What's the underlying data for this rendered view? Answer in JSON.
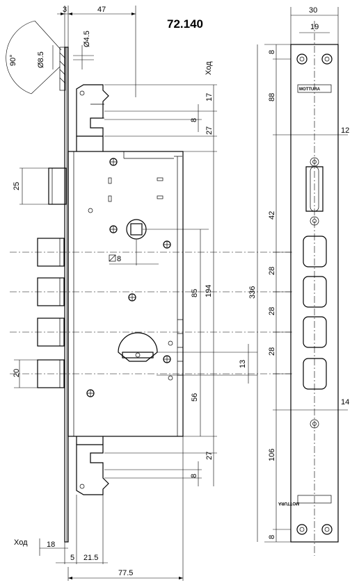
{
  "model": "72.140",
  "brand": "MOTTURA",
  "labels": {
    "stroke_top": "Ход",
    "stroke_bottom": "Ход",
    "angle": "90°",
    "hole_large": "Ø8.5",
    "hole_small": "Ø4.5",
    "square": "8"
  },
  "dims": {
    "d3": "3",
    "d47": "47",
    "d30": "30",
    "d19": "19",
    "d8_top": "8",
    "d88": "88",
    "d12": "12",
    "d42": "42",
    "d28_1": "28",
    "d28_2": "28",
    "d28_3": "28",
    "d336": "336",
    "d14": "14",
    "d106": "106",
    "d8_bot": "8",
    "d17": "17",
    "d8_a": "8",
    "d27_a": "27",
    "d25": "25",
    "d85": "85",
    "d194": "194",
    "d13": "13",
    "d20": "20",
    "d56": "56",
    "d27_b": "27",
    "d8_b": "8",
    "d18": "18",
    "d5": "5",
    "d21_5": "21.5",
    "d77_5": "77.5"
  }
}
